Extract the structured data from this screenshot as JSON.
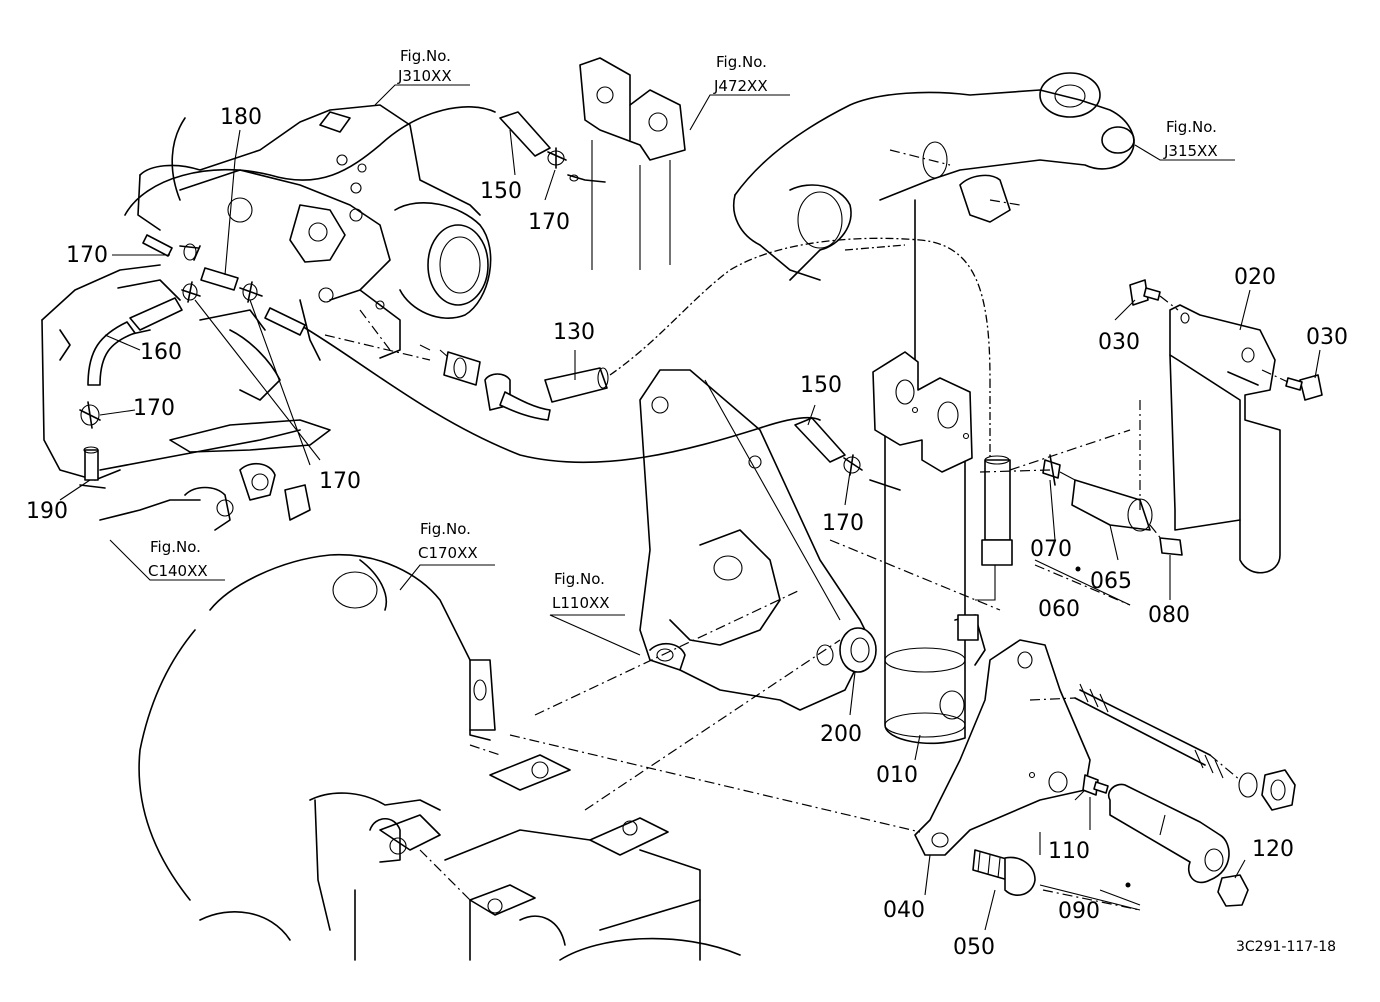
{
  "drawing_code": "3C291-117-18",
  "fig_refs": [
    {
      "id": "j310",
      "label": "Fig.No.",
      "code": "J310XX"
    },
    {
      "id": "j472",
      "label": "Fig.No.",
      "code": "J472XX"
    },
    {
      "id": "j315",
      "label": "Fig.No.",
      "code": "J315XX"
    },
    {
      "id": "c170",
      "label": "Fig.No.",
      "code": "C170XX"
    },
    {
      "id": "l110",
      "label": "Fig.No.",
      "code": "L110XX"
    },
    {
      "id": "c140",
      "label": "Fig.No.",
      "code": "C140XX"
    }
  ],
  "callouts": [
    {
      "id": "c180",
      "text": "180"
    },
    {
      "id": "c150a",
      "text": "150"
    },
    {
      "id": "c170a",
      "text": "170"
    },
    {
      "id": "c170b",
      "text": "170"
    },
    {
      "id": "c160",
      "text": "160"
    },
    {
      "id": "c170c",
      "text": "170"
    },
    {
      "id": "c170d",
      "text": "170"
    },
    {
      "id": "c190",
      "text": "190"
    },
    {
      "id": "c130",
      "text": "130"
    },
    {
      "id": "c150b",
      "text": "150"
    },
    {
      "id": "c170e",
      "text": "170"
    },
    {
      "id": "c020",
      "text": "020"
    },
    {
      "id": "c030a",
      "text": "030"
    },
    {
      "id": "c030b",
      "text": "030"
    },
    {
      "id": "c070",
      "text": "070"
    },
    {
      "id": "c065",
      "text": "065"
    },
    {
      "id": "c060",
      "text": "060"
    },
    {
      "id": "c080",
      "text": "080"
    },
    {
      "id": "c200",
      "text": "200"
    },
    {
      "id": "c010",
      "text": "010"
    },
    {
      "id": "c110",
      "text": "110"
    },
    {
      "id": "c120",
      "text": "120"
    },
    {
      "id": "c040",
      "text": "040"
    },
    {
      "id": "c090",
      "text": "090"
    },
    {
      "id": "c050",
      "text": "050"
    }
  ]
}
